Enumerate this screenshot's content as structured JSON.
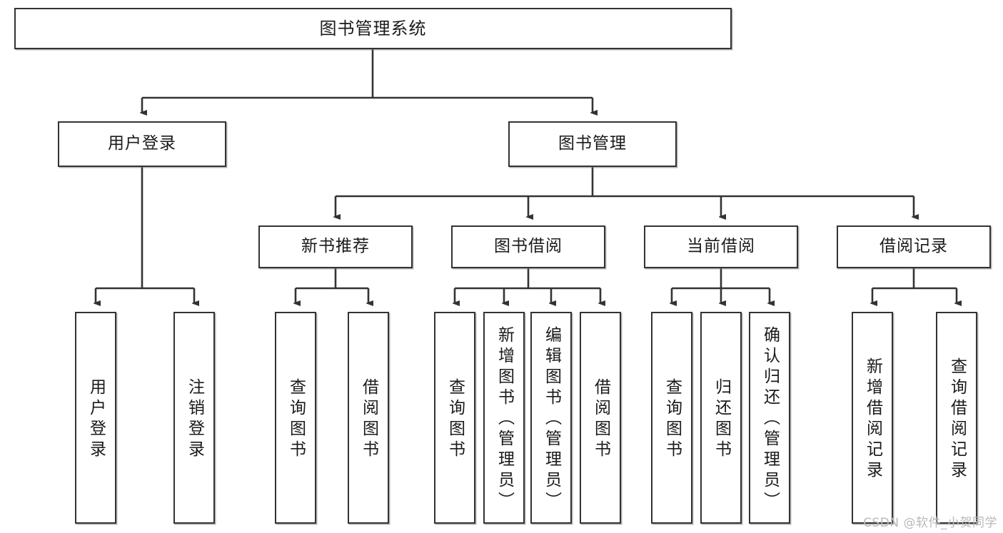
{
  "diagram": {
    "title": "图书管理系统",
    "type": "tree-hierarchy",
    "root": {
      "label": "图书管理系统"
    },
    "level2": [
      {
        "label": "用户登录"
      },
      {
        "label": "图书管理"
      }
    ],
    "level3": [
      {
        "label": "新书推荐"
      },
      {
        "label": "图书借阅"
      },
      {
        "label": "当前借阅"
      },
      {
        "label": "借阅记录"
      }
    ],
    "leaves": {
      "user_login": [
        {
          "label": "用户登录"
        },
        {
          "label": "注销登录"
        }
      ],
      "new_book_recommend": [
        {
          "label": "查询图书"
        },
        {
          "label": "借阅图书"
        }
      ],
      "book_borrow": [
        {
          "label": "查询图书"
        },
        {
          "label": "新增图书（管理员）"
        },
        {
          "label": "编辑图书（管理员）"
        },
        {
          "label": "借阅图书"
        }
      ],
      "current_borrow": [
        {
          "label": "查询图书"
        },
        {
          "label": "归还图书"
        },
        {
          "label": "确认归还（管理员）"
        }
      ],
      "borrow_record": [
        {
          "label": "新增借阅记录"
        },
        {
          "label": "查询借阅记录"
        }
      ]
    },
    "watermark": "CSDN @软件_小贺同学",
    "colors": {
      "border": "#333333",
      "background": "#ffffff",
      "text": "#1a1a1a",
      "watermark": "#b9b9b9"
    }
  }
}
